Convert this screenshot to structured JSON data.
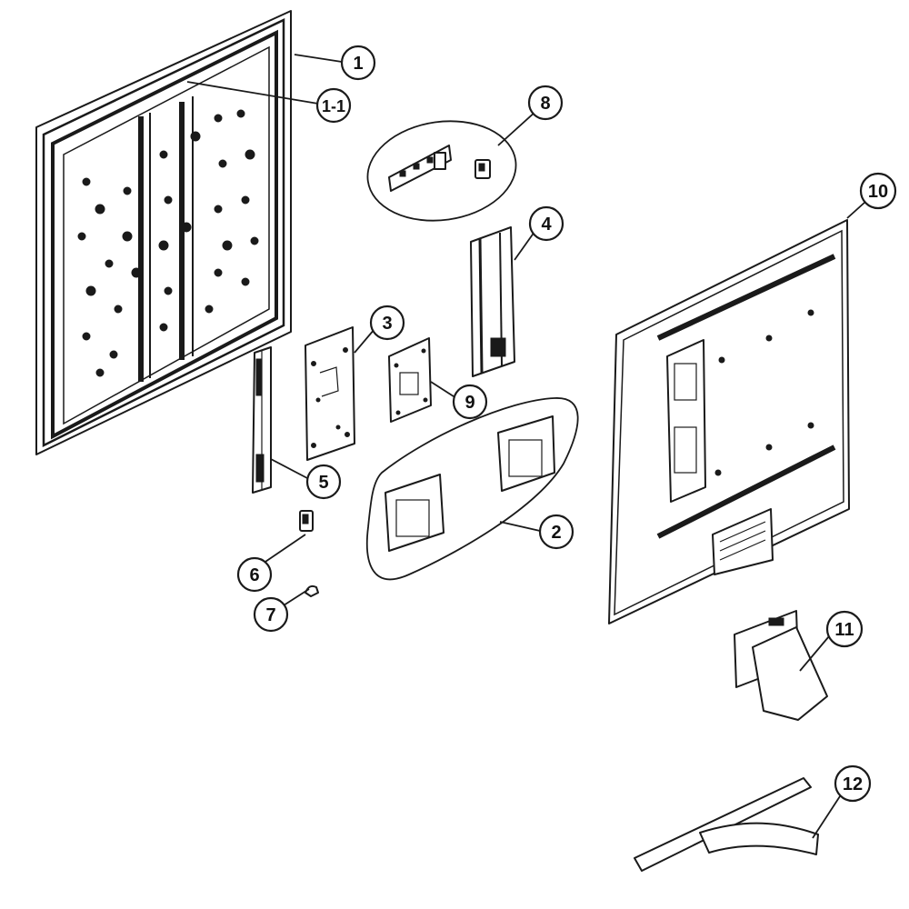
{
  "callouts": {
    "c1": "1",
    "c1_1": "1-1",
    "c2": "2",
    "c3": "3",
    "c4": "4",
    "c5": "5",
    "c6": "6",
    "c7": "7",
    "c8": "8",
    "c9": "9",
    "c10": "10",
    "c11": "11",
    "c12": "12"
  },
  "colors": {
    "line": "#1a1a1a",
    "background": "#ffffff"
  }
}
